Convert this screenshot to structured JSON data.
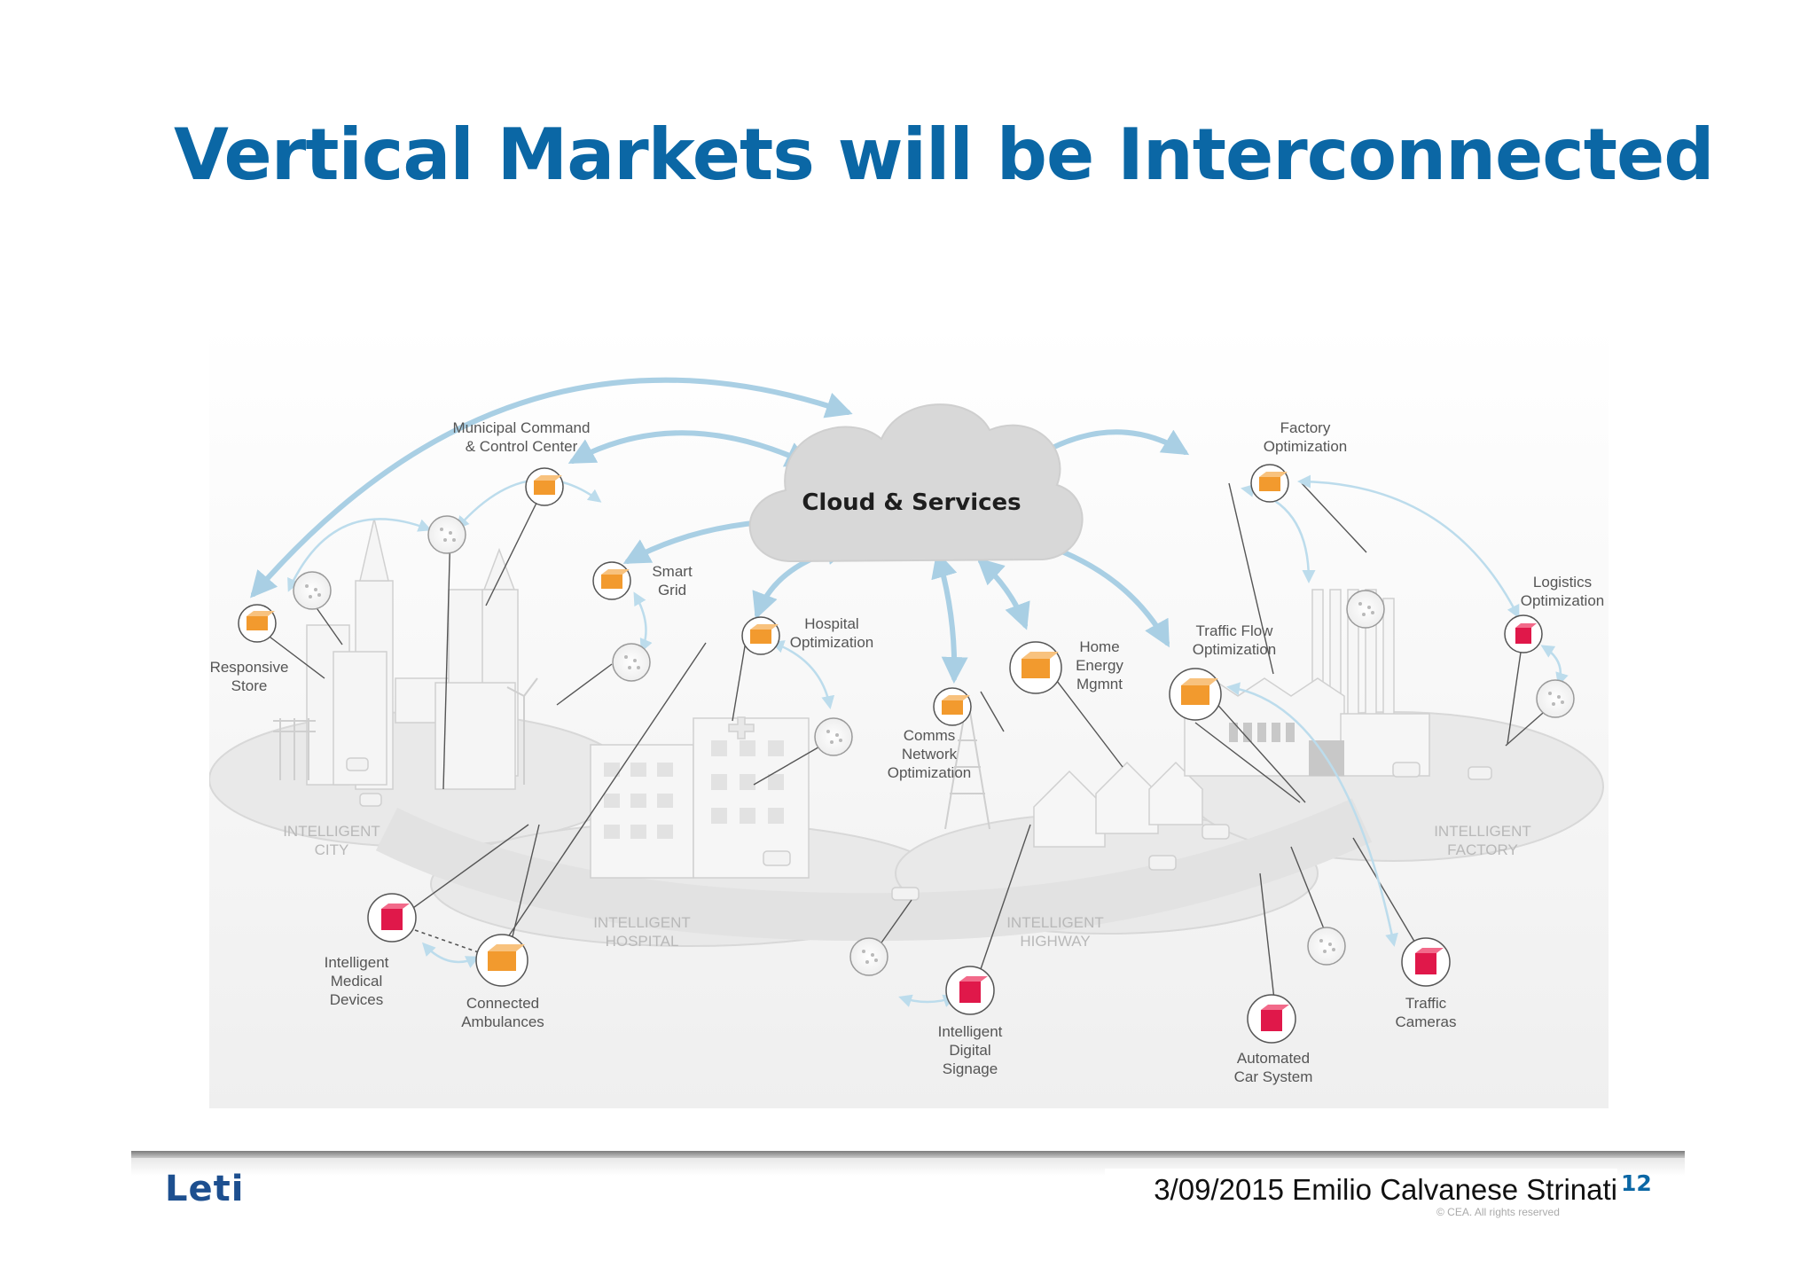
{
  "slide": {
    "title": "Vertical Markets will be Interconnected",
    "footer_text": "3/09/2015 Emilio Calvanese Strinati",
    "page_number": "12",
    "logo_text": "Leti",
    "copyright": "© CEA. All rights reserved"
  },
  "diagram": {
    "cloud_label": "Cloud & Services",
    "labels": {
      "municipal": [
        "Municipal Command",
        "& Control Center"
      ],
      "smart_grid": [
        "Smart",
        "Grid"
      ],
      "responsive_store": [
        "Responsive",
        "Store"
      ],
      "hospital_opt": [
        "Hospital",
        "Optimization"
      ],
      "comms": [
        "Comms",
        "Network",
        "Optimization"
      ],
      "home_energy": [
        "Home",
        "Energy",
        "Mgmnt"
      ],
      "traffic_flow": [
        "Traffic Flow",
        "Optimization"
      ],
      "factory_opt": [
        "Factory",
        "Optimization"
      ],
      "logistics": [
        "Logistics",
        "Optimization"
      ],
      "medical": [
        "Intelligent",
        "Medical",
        "Devices"
      ],
      "ambulances": [
        "Connected",
        "Ambulances"
      ],
      "signage": [
        "Intelligent",
        "Digital",
        "Signage"
      ],
      "car_system": [
        "Automated",
        "Car System"
      ],
      "traffic_cameras": [
        "Traffic",
        "Cameras"
      ]
    },
    "zones": {
      "city": [
        "INTELLIGENT",
        "CITY"
      ],
      "hospital": [
        "INTELLIGENT",
        "HOSPITAL"
      ],
      "highway": [
        "INTELLIGENT",
        "HIGHWAY"
      ],
      "factory": [
        "INTELLIGENT",
        "FACTORY"
      ]
    },
    "colors": {
      "orange_node": "#f29a2e",
      "red_node": "#e0184a",
      "arrow": "#a9cfe4",
      "cloud": "#d6d6d6"
    }
  }
}
